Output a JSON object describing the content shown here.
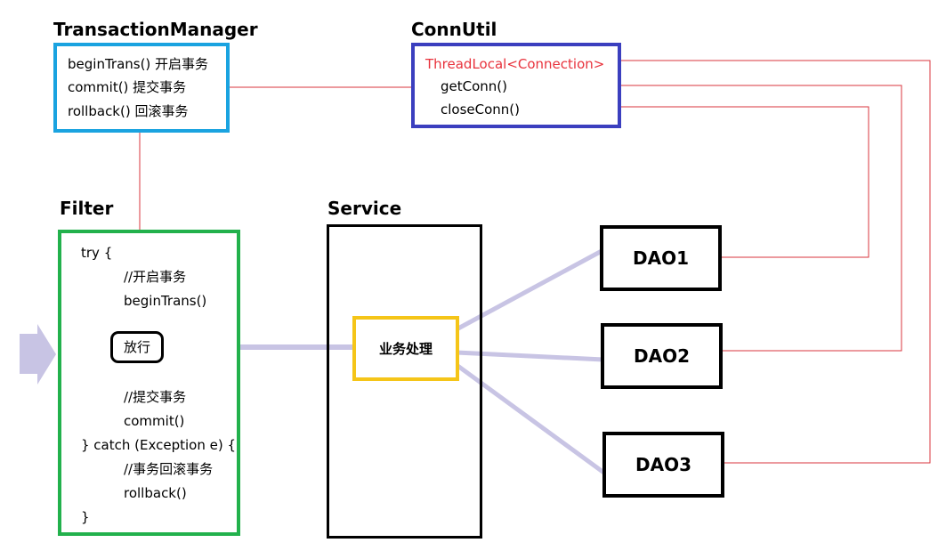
{
  "transaction_manager": {
    "title": "TransactionManager",
    "lines": [
      "beginTrans() 开启事务",
      "commit() 提交事务",
      "rollback() 回滚事务"
    ]
  },
  "conn_util": {
    "title": "ConnUtil",
    "thread_local": "ThreadLocal<Connection>",
    "methods": [
      "getConn()",
      "closeConn()"
    ]
  },
  "filter": {
    "title": "Filter",
    "code": {
      "try_open": "try {",
      "comment_begin": "//开启事务",
      "begin_call": "beginTrans()",
      "pass": "放行",
      "comment_commit": "//提交事务",
      "commit_call": "commit()",
      "catch_line": "} catch (Exception e) {",
      "comment_rollback": "//事务回滚事务",
      "rollback_call": "rollback()",
      "close": "}"
    }
  },
  "service": {
    "title": "Service",
    "business": "业务处理"
  },
  "daos": [
    "DAO1",
    "DAO2",
    "DAO3"
  ],
  "colors": {
    "transaction_manager_border": "#1aa3e0",
    "conn_util_border": "#3b3fbf",
    "filter_border": "#22b14c",
    "business_border": "#f5c518",
    "red_line": "#d9363e",
    "lavender": "#c8c4e4",
    "thread_local_text": "#e8323c"
  }
}
